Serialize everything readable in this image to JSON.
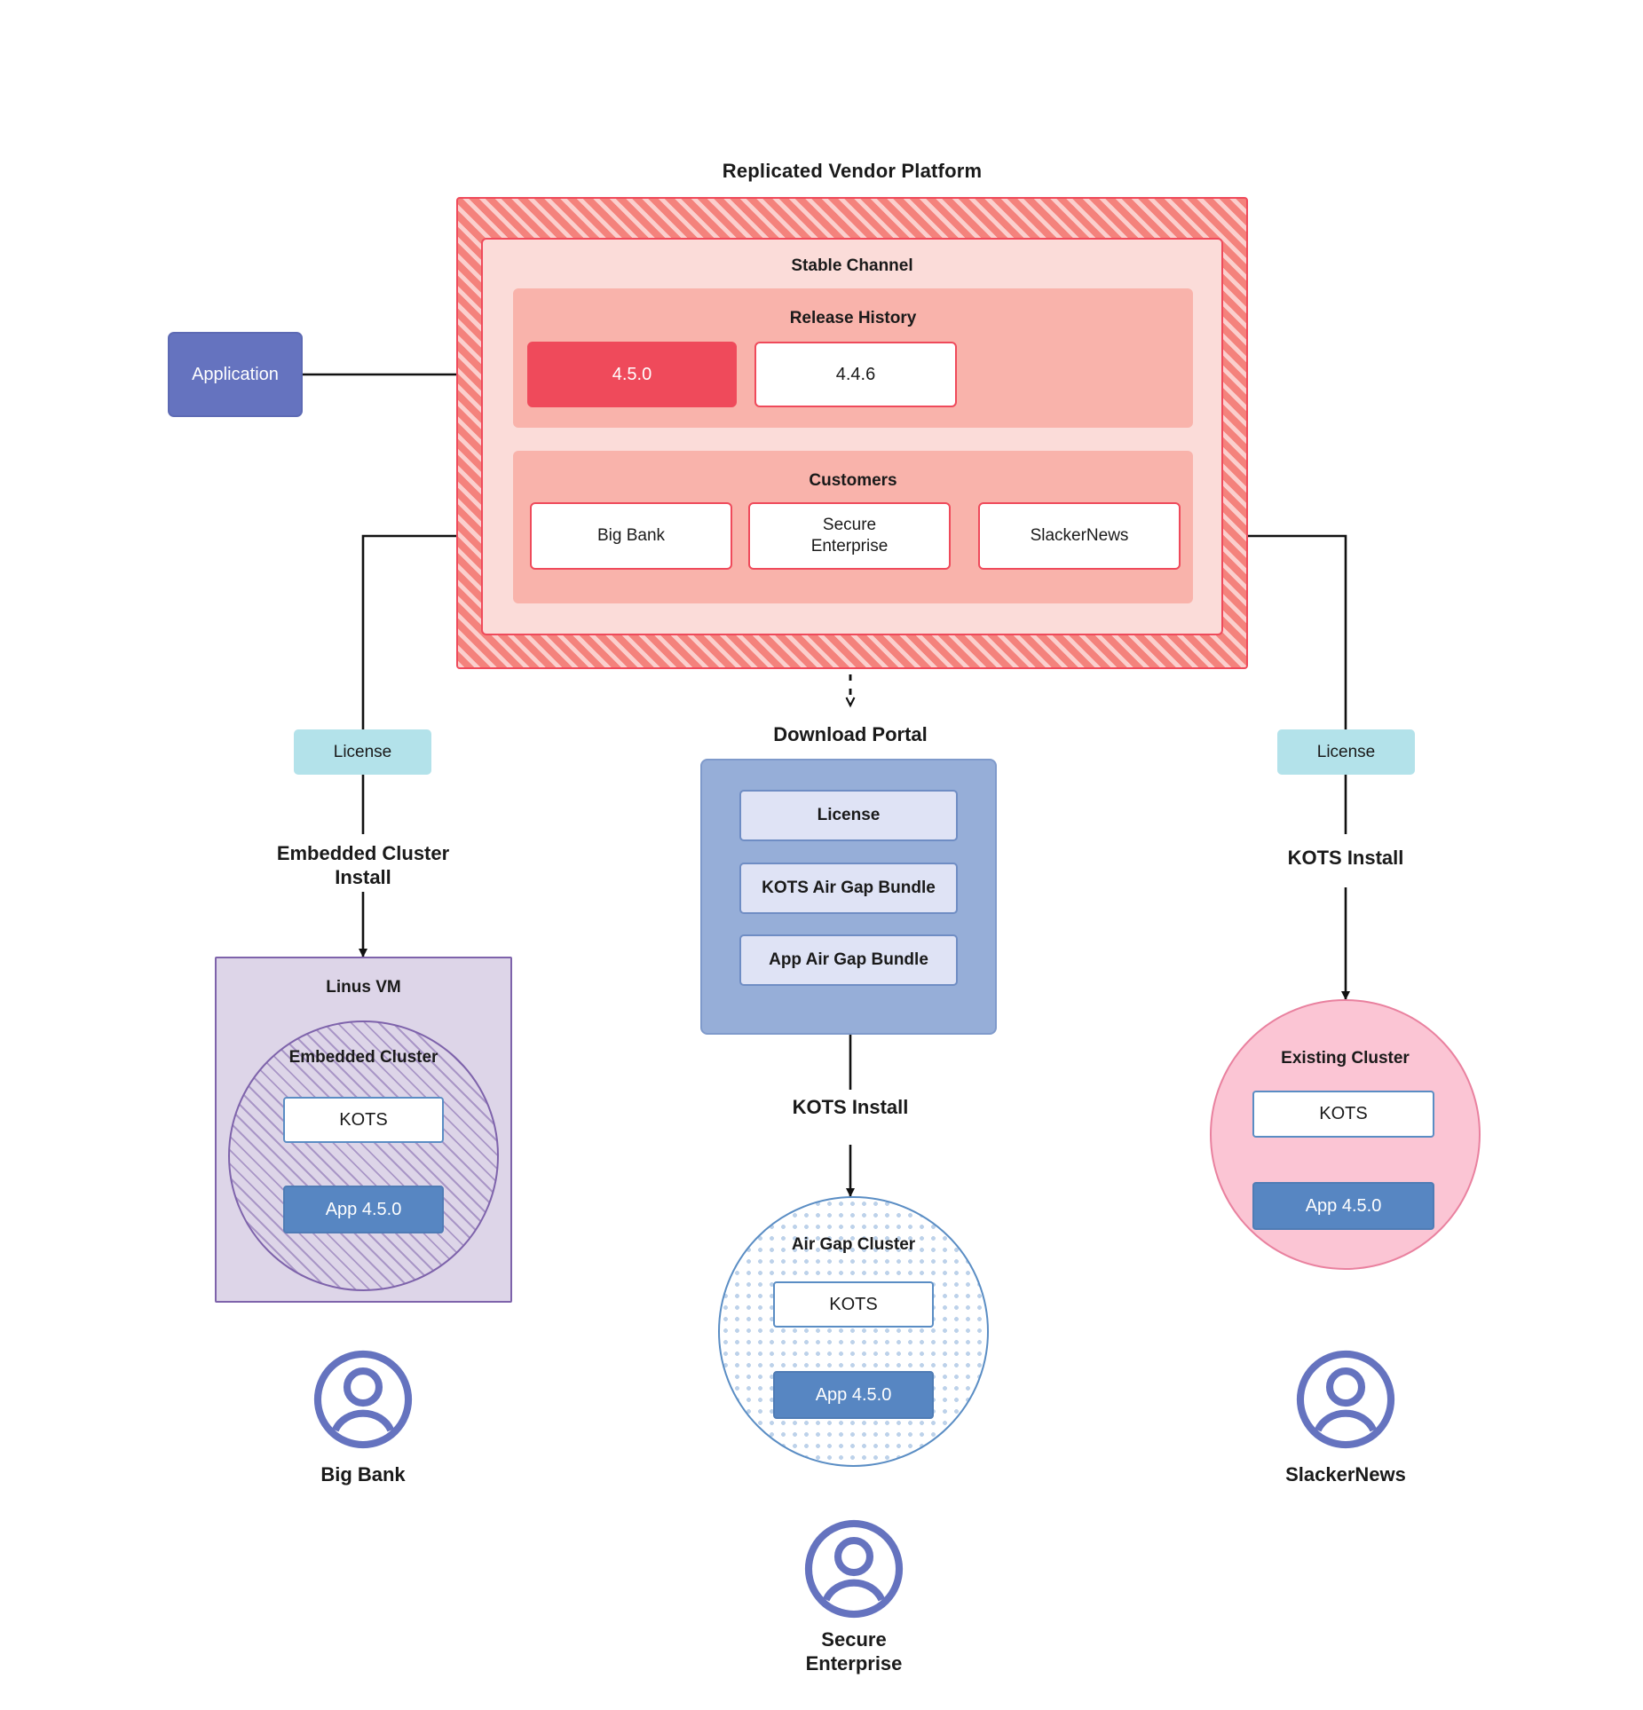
{
  "diagram": {
    "title": "Replicated Vendor Platform",
    "application_box": {
      "label": "Application"
    },
    "channel": {
      "title": "Stable Channel",
      "release_history": {
        "title": "Release History",
        "releases": [
          {
            "version": "4.5.0",
            "state": "current"
          },
          {
            "version": "4.4.6",
            "state": "previous"
          }
        ]
      },
      "customers": {
        "title": "Customers",
        "items": [
          {
            "name": "Big Bank"
          },
          {
            "name": "Secure\nEnterprise"
          },
          {
            "name": "SlackerNews"
          }
        ]
      }
    },
    "left_path": {
      "license_label": "License",
      "install_label": "Embedded Cluster\nInstall",
      "vm": {
        "title": "Linus VM",
        "cluster_title": "Embedded Cluster",
        "kots_label": "KOTS",
        "app_label": "App 4.5.0"
      },
      "persona": "Big Bank"
    },
    "center_path": {
      "portal_title": "Download  Portal",
      "portal_items": [
        "License",
        "KOTS Air Gap Bundle",
        "App Air Gap Bundle"
      ],
      "install_label": "KOTS Install",
      "cluster": {
        "title": "Air Gap Cluster",
        "kots_label": "KOTS",
        "app_label": "App 4.5.0"
      },
      "persona": "Secure\nEnterprise"
    },
    "right_path": {
      "license_label": "License",
      "install_label": "KOTS Install",
      "cluster": {
        "title": "Existing Cluster",
        "kots_label": "KOTS",
        "app_label": "App 4.5.0"
      },
      "persona": "SlackerNews"
    },
    "colors": {
      "vendor_hatch": "#f4827c",
      "vendor_border": "#ef4a5b",
      "channel_bg": "#fbdcd9",
      "group_bg": "#f9b3ab",
      "release_current": "#ef4a5b",
      "application": "#6573bf",
      "license_chip": "#b3e2ea",
      "portal": "#96aed8",
      "portal_item": "#dfe3f5",
      "linux_vm": "#ddd5e8",
      "linux_vm_border": "#7e63ab",
      "airgap_border": "#5a8dc4",
      "existing_cluster": "#fbc5d4",
      "existing_border": "#e9819f",
      "app_version": "#5786c2",
      "persona": "#6573bf"
    }
  }
}
